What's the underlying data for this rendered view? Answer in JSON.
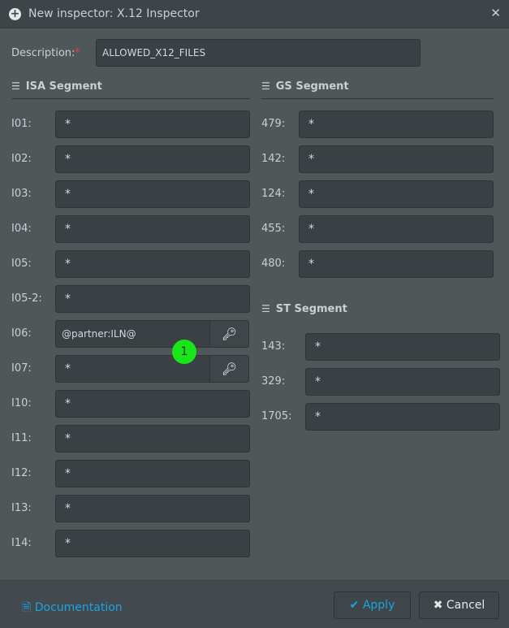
{
  "window": {
    "title": "New inspector: X.12 Inspector",
    "close": "✕"
  },
  "description": {
    "label": "Description:",
    "required": "*",
    "value": "ALLOWED_X12_FILES"
  },
  "isa": {
    "heading": "ISA Segment",
    "fields": [
      {
        "label": "I01:",
        "value": "*"
      },
      {
        "label": "I02:",
        "value": "*"
      },
      {
        "label": "I03:",
        "value": "*"
      },
      {
        "label": "I04:",
        "value": "*"
      },
      {
        "label": "I05:",
        "value": "*"
      },
      {
        "label": "I05-2:",
        "value": "*"
      },
      {
        "label": "I06:",
        "value": "@partner:ILN@"
      },
      {
        "label": "I07:",
        "value": "*"
      },
      {
        "label": "I10:",
        "value": "*"
      },
      {
        "label": "I11:",
        "value": "*"
      },
      {
        "label": "I12:",
        "value": "*"
      },
      {
        "label": "I13:",
        "value": "*"
      },
      {
        "label": "I14:",
        "value": "*"
      }
    ]
  },
  "gs": {
    "heading": "GS Segment",
    "fields": [
      {
        "label": "479:",
        "value": "*"
      },
      {
        "label": "142:",
        "value": "*"
      },
      {
        "label": "124:",
        "value": "*"
      },
      {
        "label": "455:",
        "value": "*"
      },
      {
        "label": "480:",
        "value": "*"
      }
    ]
  },
  "st": {
    "heading": "ST Segment",
    "fields": [
      {
        "label": "143:",
        "value": "*"
      },
      {
        "label": "329:",
        "value": "*"
      },
      {
        "label": "1705:",
        "value": "*"
      }
    ]
  },
  "badge": "1",
  "footer": {
    "documentation": "Documentation",
    "apply": "Apply",
    "cancel": "Cancel"
  },
  "colors": {
    "accent": "#1aa3e0",
    "required": "#e0413a",
    "badge": "#19e619"
  }
}
